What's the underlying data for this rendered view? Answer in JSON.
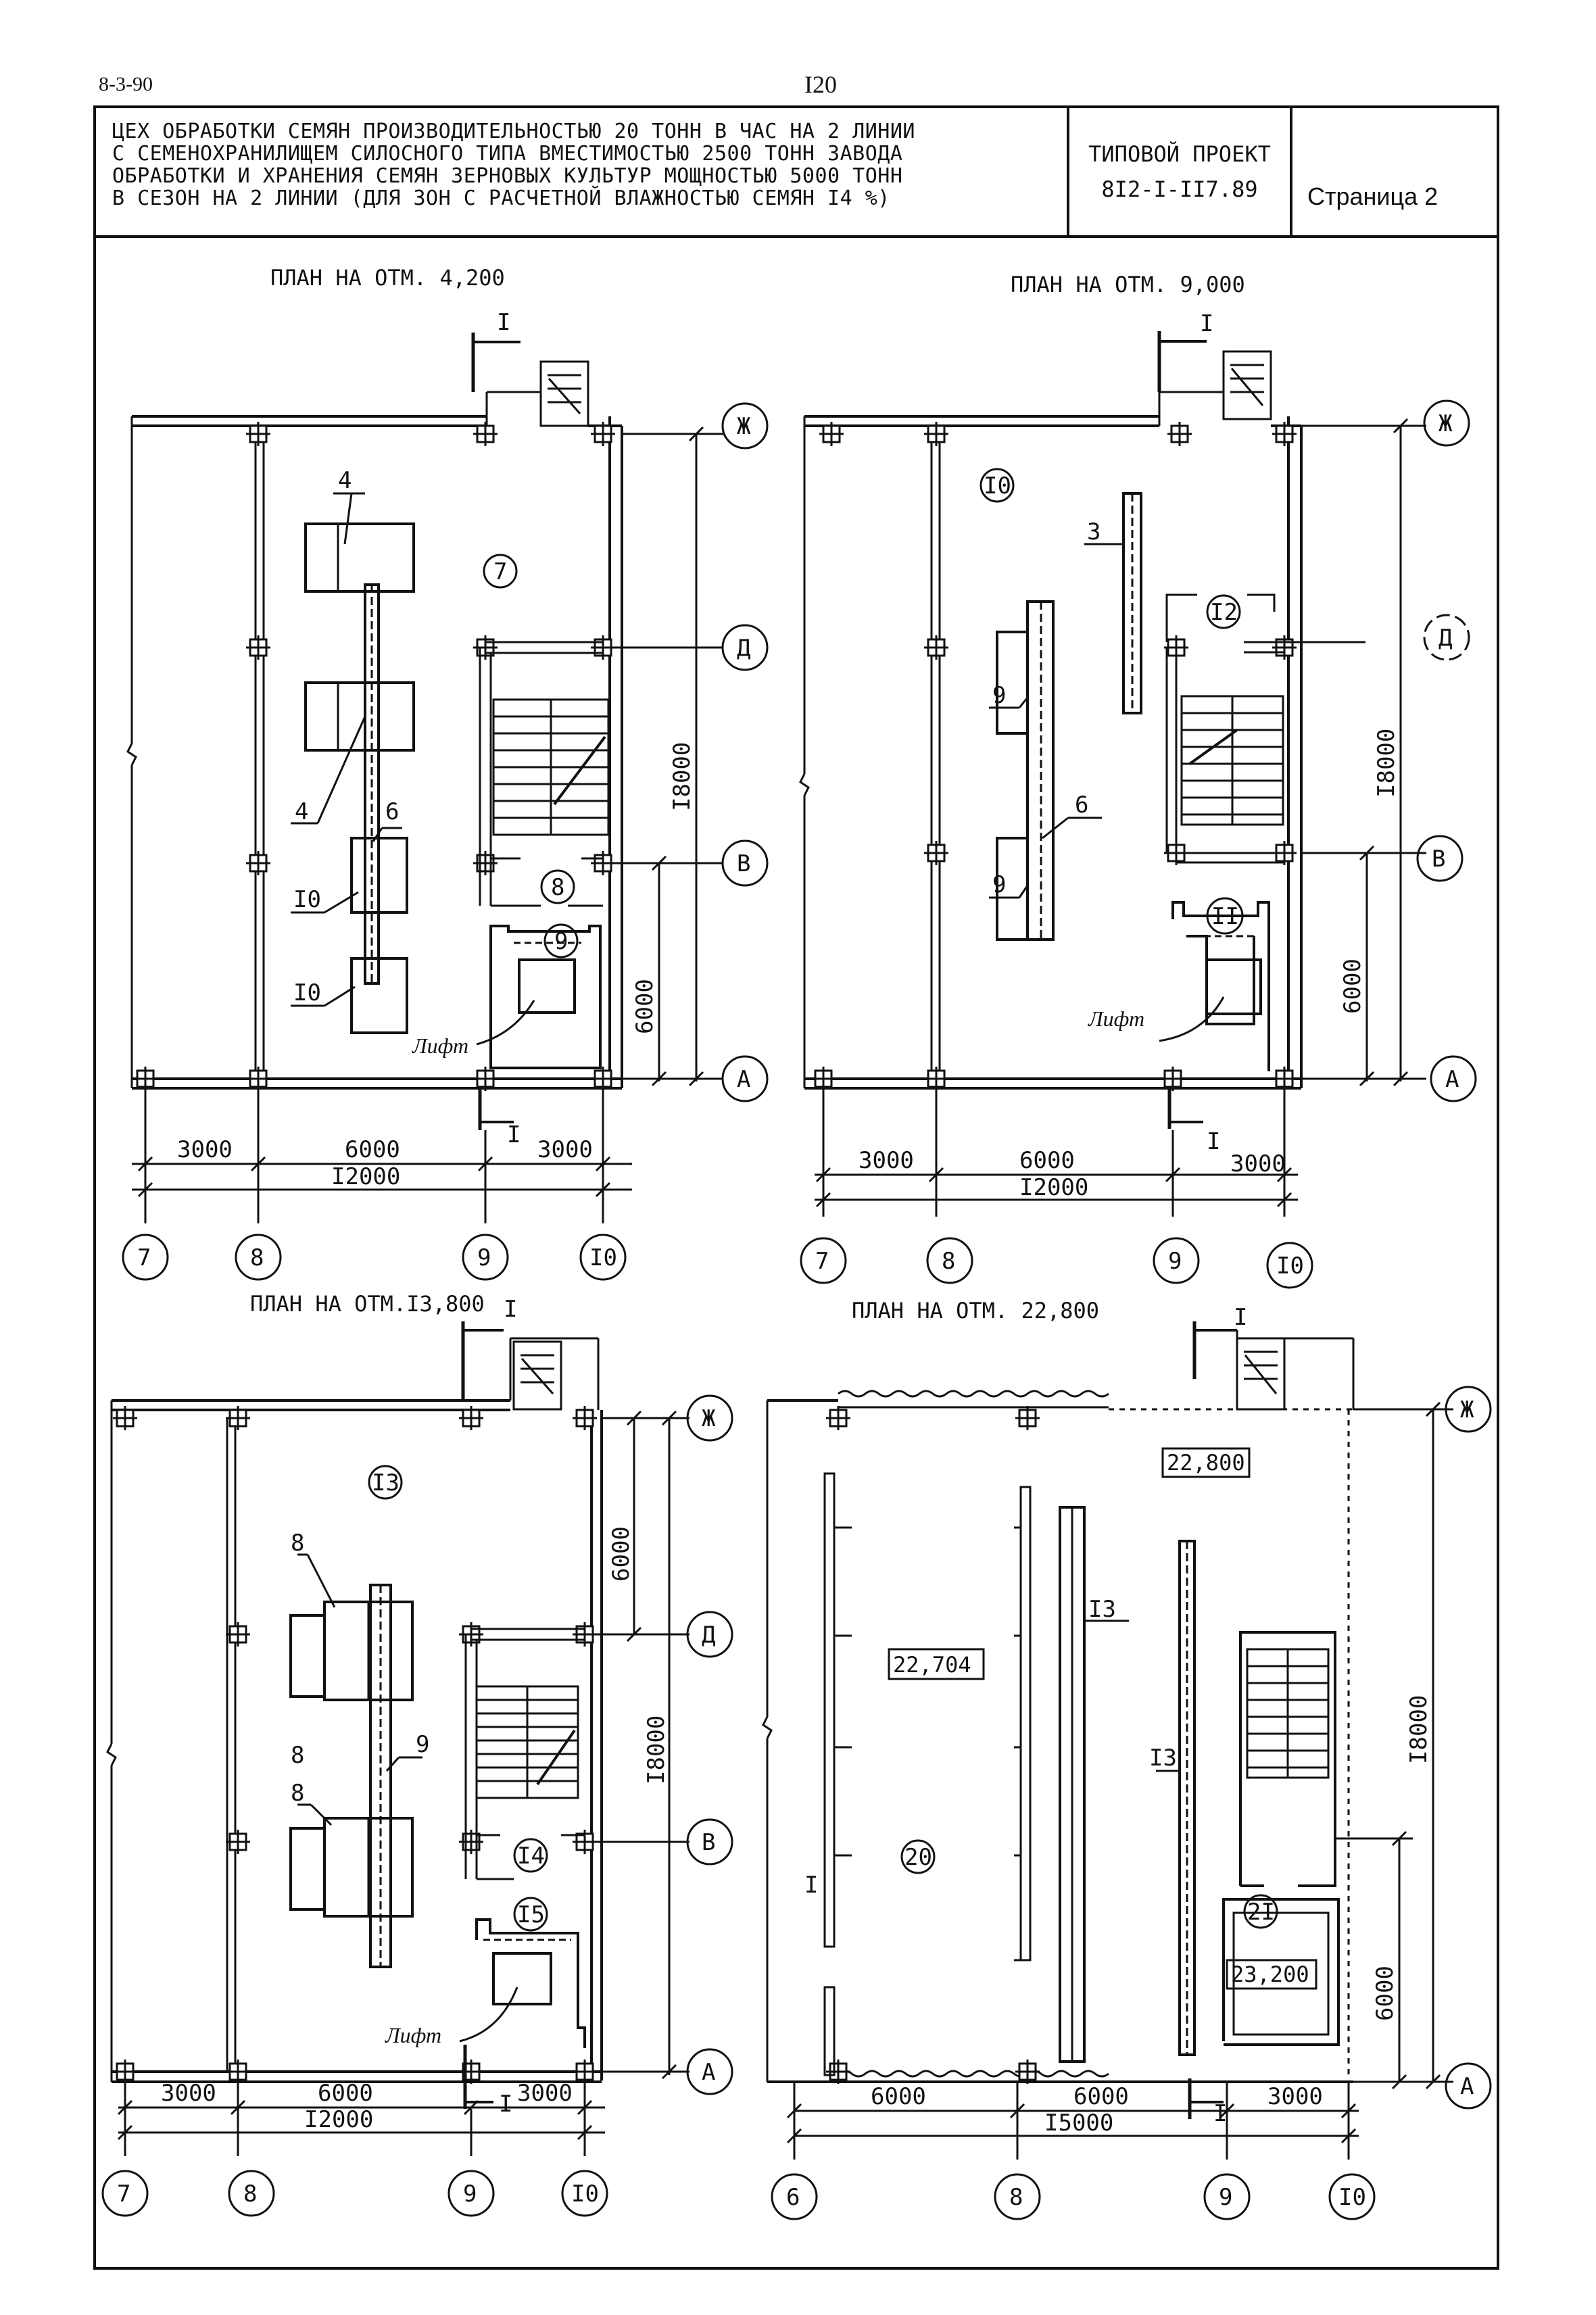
{
  "header": {
    "corner_left": "8-3-90",
    "corner_center": "I20",
    "title_lines": [
      "ЦЕХ ОБРАБОТКИ СЕМЯН ПРОИЗВОДИТЕЛЬНОСТЬЮ 20 ТОНН В ЧАС НА 2 ЛИНИИ",
      "С СЕМЕНОХРАНИЛИЩЕМ СИЛОСНОГО ТИПА  ВМЕСТИМОСТЬЮ 2500 ТОНН ЗАВОДА",
      "ОБРАБОТКИ И ХРАНЕНИЯ СЕМЯН ЗЕРНОВЫХ КУЛЬТУР МОЩНОСТЬЮ  5000 ТОНН",
      "В СЕЗОН НА 2 ЛИНИИ (ДЛЯ ЗОН С РАСЧЕТНОЙ ВЛАЖНОСТЬЮ СЕМЯН I4 %)"
    ],
    "project_label": "ТИПОВОЙ ПРОЕКТ",
    "project_code": "8I2-I-II7.89",
    "page_label": "Страница 2"
  },
  "plans": {
    "p1": {
      "title": "ПЛАН НА ОТМ. 4,200",
      "section": "I",
      "rows": [
        "Ж",
        "Д",
        "В",
        "А"
      ],
      "cols": [
        "7",
        "8",
        "9",
        "I0"
      ],
      "dims_bottom": [
        "3000",
        "6000",
        "3000",
        "I2000"
      ],
      "dims_right": [
        "I8000",
        "6000"
      ],
      "rooms": [
        "7",
        "8",
        "9"
      ],
      "equipment": [
        "4",
        "4",
        "6",
        "I0",
        "I0"
      ],
      "lift": "Лифт"
    },
    "p2": {
      "title": "ПЛАН НА ОТМ. 9,000",
      "section": "I",
      "rows": [
        "Ж",
        "Д",
        "В",
        "А"
      ],
      "cols": [
        "7",
        "8",
        "9",
        "I0"
      ],
      "dims_bottom": [
        "3000",
        "6000",
        "3000",
        "I2000"
      ],
      "dims_right": [
        "I8000",
        "6000"
      ],
      "rooms": [
        "I0",
        "I2",
        "II"
      ],
      "equipment": [
        "3",
        "9",
        "6",
        "9"
      ],
      "lift": "Лифт"
    },
    "p3": {
      "title": "ПЛАН НА ОТМ.I3,800",
      "section": "I",
      "rows": [
        "Ж",
        "Д",
        "В",
        "А"
      ],
      "cols": [
        "7",
        "8",
        "9",
        "I0"
      ],
      "dims_bottom": [
        "3000",
        "6000",
        "3000",
        "I2000"
      ],
      "dims_right": [
        "6000",
        "I8000"
      ],
      "rooms": [
        "I3",
        "I4",
        "I5"
      ],
      "equipment": [
        "8",
        "8",
        "9",
        "8"
      ],
      "lift": "Лифт"
    },
    "p4": {
      "title": "ПЛАН НА ОТМ. 22,800",
      "section": "I",
      "rows": [
        "Ж",
        "А"
      ],
      "cols": [
        "6",
        "8",
        "9",
        "I0"
      ],
      "dims_bottom": [
        "6000",
        "6000",
        "3000",
        "I5000"
      ],
      "dims_right": [
        "I8000",
        "6000"
      ],
      "rooms": [
        "20",
        "2I"
      ],
      "elevations": [
        "22,800",
        "22,704",
        "23,200"
      ],
      "equipment": [
        "I3",
        "I3"
      ]
    }
  }
}
